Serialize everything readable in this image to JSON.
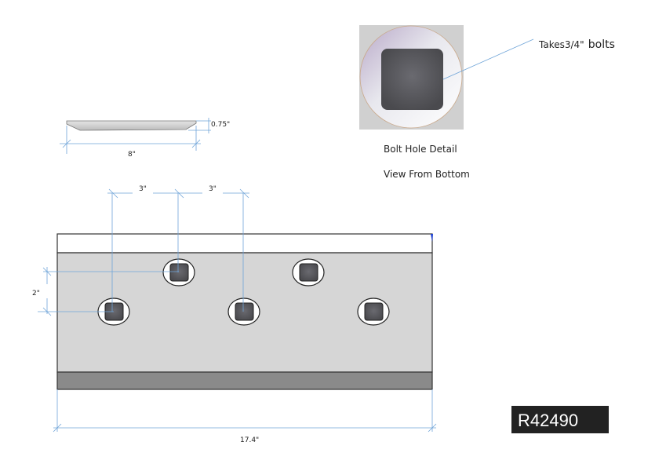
{
  "side_view": {
    "thickness_label": "0.75\"",
    "width_label": "8\""
  },
  "detail": {
    "callout_prefix": "Takes3/4\"",
    "callout_suffix": "bolts",
    "title": "Bolt Hole Detail",
    "subtitle": "View From Bottom"
  },
  "plan_view": {
    "spacing_label_1": "3\"",
    "spacing_label_2": "3\"",
    "offset_label": "2\"",
    "length_label": "17.4\"",
    "bolt_holes": [
      {
        "row": "top"
      },
      {
        "row": "top"
      },
      {
        "row": "bottom"
      },
      {
        "row": "bottom"
      },
      {
        "row": "bottom"
      }
    ]
  },
  "part_number": "R42490",
  "colors": {
    "dimension": "#6fa4d8",
    "plate": "#d6d6d6",
    "edge_band": "#8a8a8a",
    "hole": "#5a5a5e",
    "badge": "#222222"
  }
}
